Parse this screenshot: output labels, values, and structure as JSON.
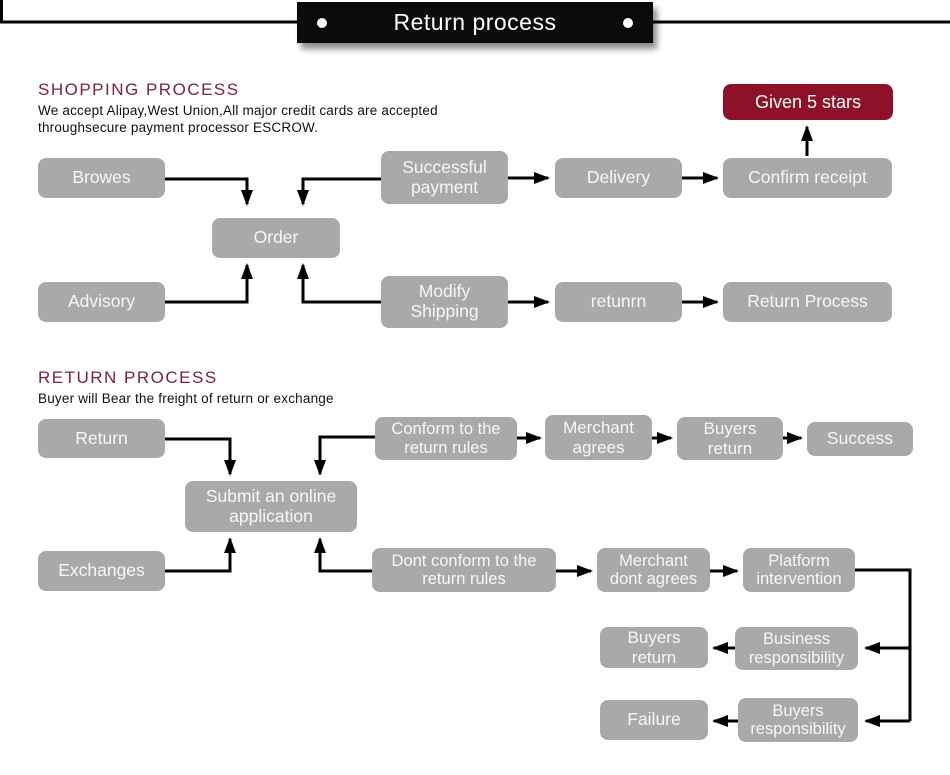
{
  "title": "Return process",
  "colors": {
    "title_bg": "#0b0b0b",
    "heading_maroon": "#7a2144",
    "accent_box": "#8e1129",
    "node_gray": "#a9a9a9",
    "line": "#000000"
  },
  "sections": {
    "shopping": {
      "heading": "SHOPPING PROCESS",
      "description_line1": "We accept Alipay,West Union,All major credit cards are accepted",
      "description_line2": "throughsecure payment processor ESCROW."
    },
    "returns": {
      "heading": "RETURN PROCESS",
      "description": "Buyer will Bear the freight of return or exchange"
    }
  },
  "nodes": {
    "given_5_stars": "Given 5 stars",
    "browes": "Browes",
    "successful_payment": "Successful payment",
    "delivery": "Delivery",
    "confirm_receipt": "Confirm receipt",
    "order": "Order",
    "advisory": "Advisory",
    "modify_shipping": "Modify Shipping",
    "retunrn": "retunrn",
    "return_process": "Return Process",
    "return_box": "Return",
    "conform_rules": "Conform to the return rules",
    "merchant_agrees": "Merchant agrees",
    "buyers_return_top": "Buyers return",
    "success": "Success",
    "submit_application": "Submit an online application",
    "exchanges": "Exchanges",
    "dont_conform_rules": "Dont conform to the return rules",
    "merchant_dont_agrees": "Merchant dont agrees",
    "platform_intervention": "Platform intervention",
    "buyers_return_bottom": "Buyers return",
    "business_responsibility": "Business responsibility",
    "failure": "Failure",
    "buyers_responsibility": "Buyers responsibility"
  }
}
